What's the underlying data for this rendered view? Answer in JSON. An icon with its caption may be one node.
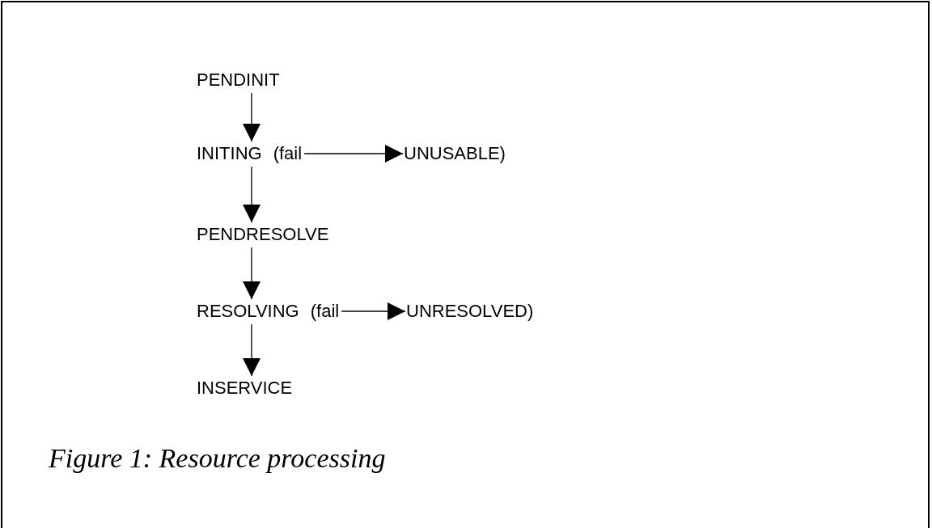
{
  "diagram": {
    "caption": "Figure 1: Resource processing",
    "nodes": [
      {
        "text": [
          "PENDINIT"
        ]
      },
      {
        "text": [
          "INITING"
        ],
        "beside": [
          "(fail"
        ]
      },
      {
        "text": [
          "UNUSABLE)"
        ]
      },
      {
        "text": [
          "PENDRESOLVE"
        ]
      },
      {
        "text": [
          "RESOLVING"
        ],
        "beside": [
          "(fail"
        ]
      },
      {
        "text": [
          "UNRESOLVED)"
        ]
      },
      {
        "text": [
          "INSERVICE"
        ]
      }
    ],
    "edges": [
      {
        "from": 0,
        "to": 1,
        "arrow": "to"
      },
      {
        "from": 1,
        "to": 2,
        "arrow": "to"
      },
      {
        "from": 1,
        "to": 3,
        "arrow": "to"
      },
      {
        "from": 3,
        "to": 4,
        "arrow": "to"
      },
      {
        "from": 4,
        "to": 5,
        "arrow": "to"
      },
      {
        "from": 4,
        "to": 6,
        "arrow": "to"
      }
    ]
  }
}
